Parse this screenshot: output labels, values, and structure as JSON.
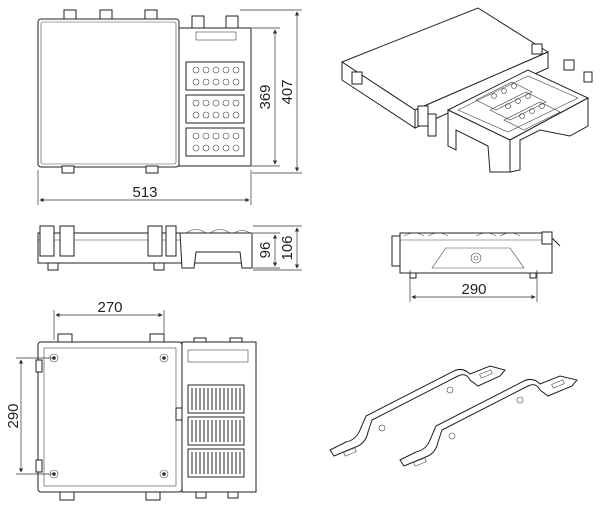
{
  "dimensions": {
    "front_total_width": "513",
    "front_height_outer": "407",
    "front_height_inner": "369",
    "side_height_outer": "106",
    "side_height_inner": "96",
    "bottom_width": "290",
    "back_width": "270",
    "back_height": "290"
  },
  "views": [
    "front-view",
    "isometric-view",
    "side-view",
    "bottom-view",
    "back-view",
    "mounting-brackets"
  ]
}
